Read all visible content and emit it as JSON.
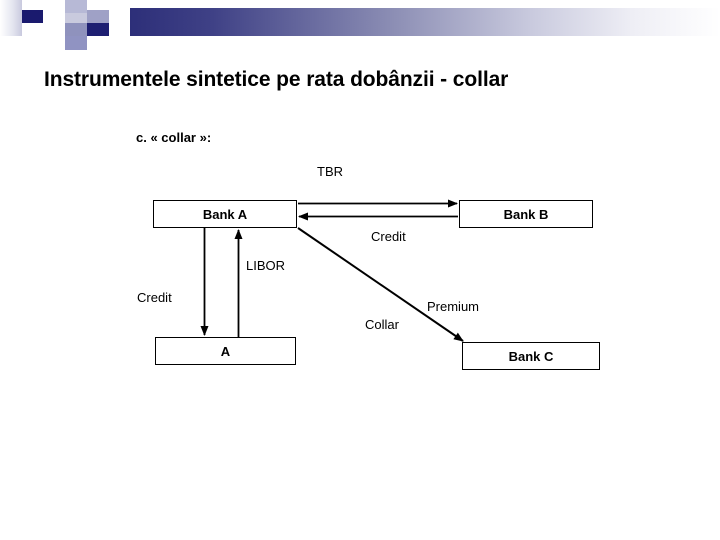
{
  "slide": {
    "title": "Instrumentele sintetice pe rata dobânzii - collar",
    "subtitle": "c. « collar »:"
  },
  "diagram": {
    "nodes": [
      {
        "id": "bank-a",
        "label": "Bank A"
      },
      {
        "id": "bank-b",
        "label": "Bank B"
      },
      {
        "id": "a",
        "label": "A"
      },
      {
        "id": "bank-c",
        "label": "Bank C"
      }
    ],
    "edges": [
      {
        "id": "tbr",
        "label": "TBR",
        "from": "bank-a",
        "to": "bank-b",
        "direction": "right"
      },
      {
        "id": "credit-b",
        "label": "Credit",
        "from": "bank-b",
        "to": "bank-a",
        "direction": "left"
      },
      {
        "id": "libor",
        "label": "LIBOR",
        "from": "a",
        "to": "bank-a",
        "direction": "up"
      },
      {
        "id": "credit-a",
        "label": "Credit",
        "from": "bank-a",
        "to": "a",
        "direction": "down"
      },
      {
        "id": "collar",
        "label": "Collar",
        "from": "bank-a",
        "to": "bank-c",
        "direction": "diagonal"
      },
      {
        "id": "premium",
        "label": "Premium",
        "from": "bank-a",
        "to": "bank-c",
        "direction": "diagonal"
      }
    ]
  },
  "theme": {
    "accent_dark": "#1a1a6e",
    "accent_mid": "#8f92bd",
    "line_color": "#000000",
    "background": "#ffffff"
  }
}
